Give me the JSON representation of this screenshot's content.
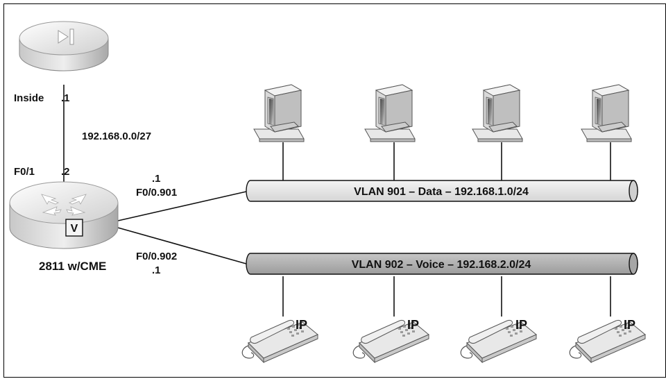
{
  "nodes": {
    "firewall": {
      "icon": "firewall-router-icon"
    },
    "router": {
      "icon": "voice-router-icon",
      "badge": "V",
      "caption": "2811 w/CME"
    },
    "pcs": [
      "desktop-pc-icon",
      "desktop-pc-icon",
      "desktop-pc-icon",
      "desktop-pc-icon"
    ],
    "phones": [
      {
        "icon": "ip-phone-icon",
        "label": "IP"
      },
      {
        "icon": "ip-phone-icon",
        "label": "IP"
      },
      {
        "icon": "ip-phone-icon",
        "label": "IP"
      },
      {
        "icon": "ip-phone-icon",
        "label": "IP"
      }
    ]
  },
  "links": {
    "inside": {
      "interface": "Inside",
      "host": ".1"
    },
    "subnet": "192.168.0.0/27",
    "router_uplink": {
      "interface": "F0/1",
      "host": ".2"
    },
    "data_subif": {
      "host": ".1",
      "interface": "F0/0.901"
    },
    "voice_subif": {
      "interface": "F0/0.902",
      "host": ".1"
    }
  },
  "buses": {
    "data": "VLAN 901 – Data – 192.168.1.0/24",
    "voice": "VLAN 902 – Voice – 192.168.2.0/24"
  },
  "colors": {
    "data_bus": "#e6e6e6",
    "voice_bus": "#b3b3b3",
    "device_light": "#e4e4e4",
    "device_dark": "#9a9a9a",
    "line": "#111111"
  }
}
